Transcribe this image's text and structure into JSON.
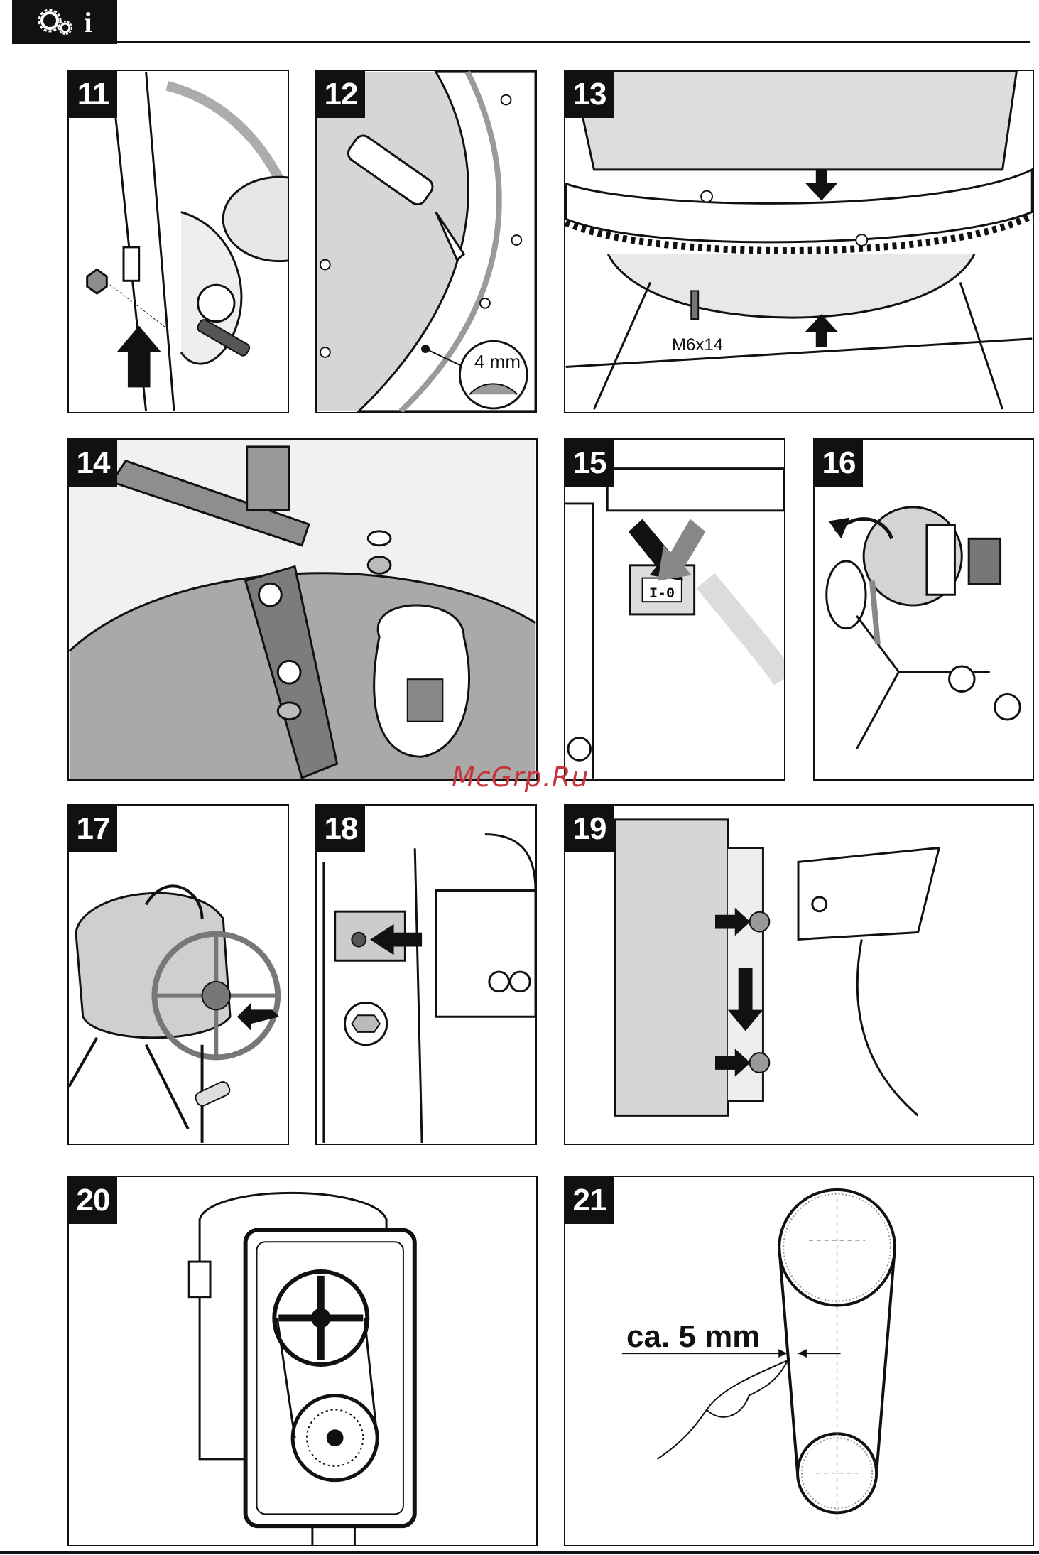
{
  "header": {
    "icon_name": "gears-info-icon",
    "info_glyph": "i"
  },
  "panels": [
    {
      "id": 11,
      "label": "11"
    },
    {
      "id": 12,
      "label": "12",
      "callout": "4 mm"
    },
    {
      "id": 13,
      "label": "13",
      "callout": "M6x14"
    },
    {
      "id": 14,
      "label": "14"
    },
    {
      "id": 15,
      "label": "15",
      "switch_label": "I-0"
    },
    {
      "id": 16,
      "label": "16"
    },
    {
      "id": 17,
      "label": "17"
    },
    {
      "id": 18,
      "label": "18"
    },
    {
      "id": 19,
      "label": "19"
    },
    {
      "id": 20,
      "label": "20"
    },
    {
      "id": 21,
      "label": "21",
      "callout": "ca. 5 mm"
    }
  ],
  "watermark": "McGrp.Ru",
  "colors": {
    "ink": "#111111",
    "panel_grey": "#d9d9d9",
    "watermark": "#c8343b"
  }
}
